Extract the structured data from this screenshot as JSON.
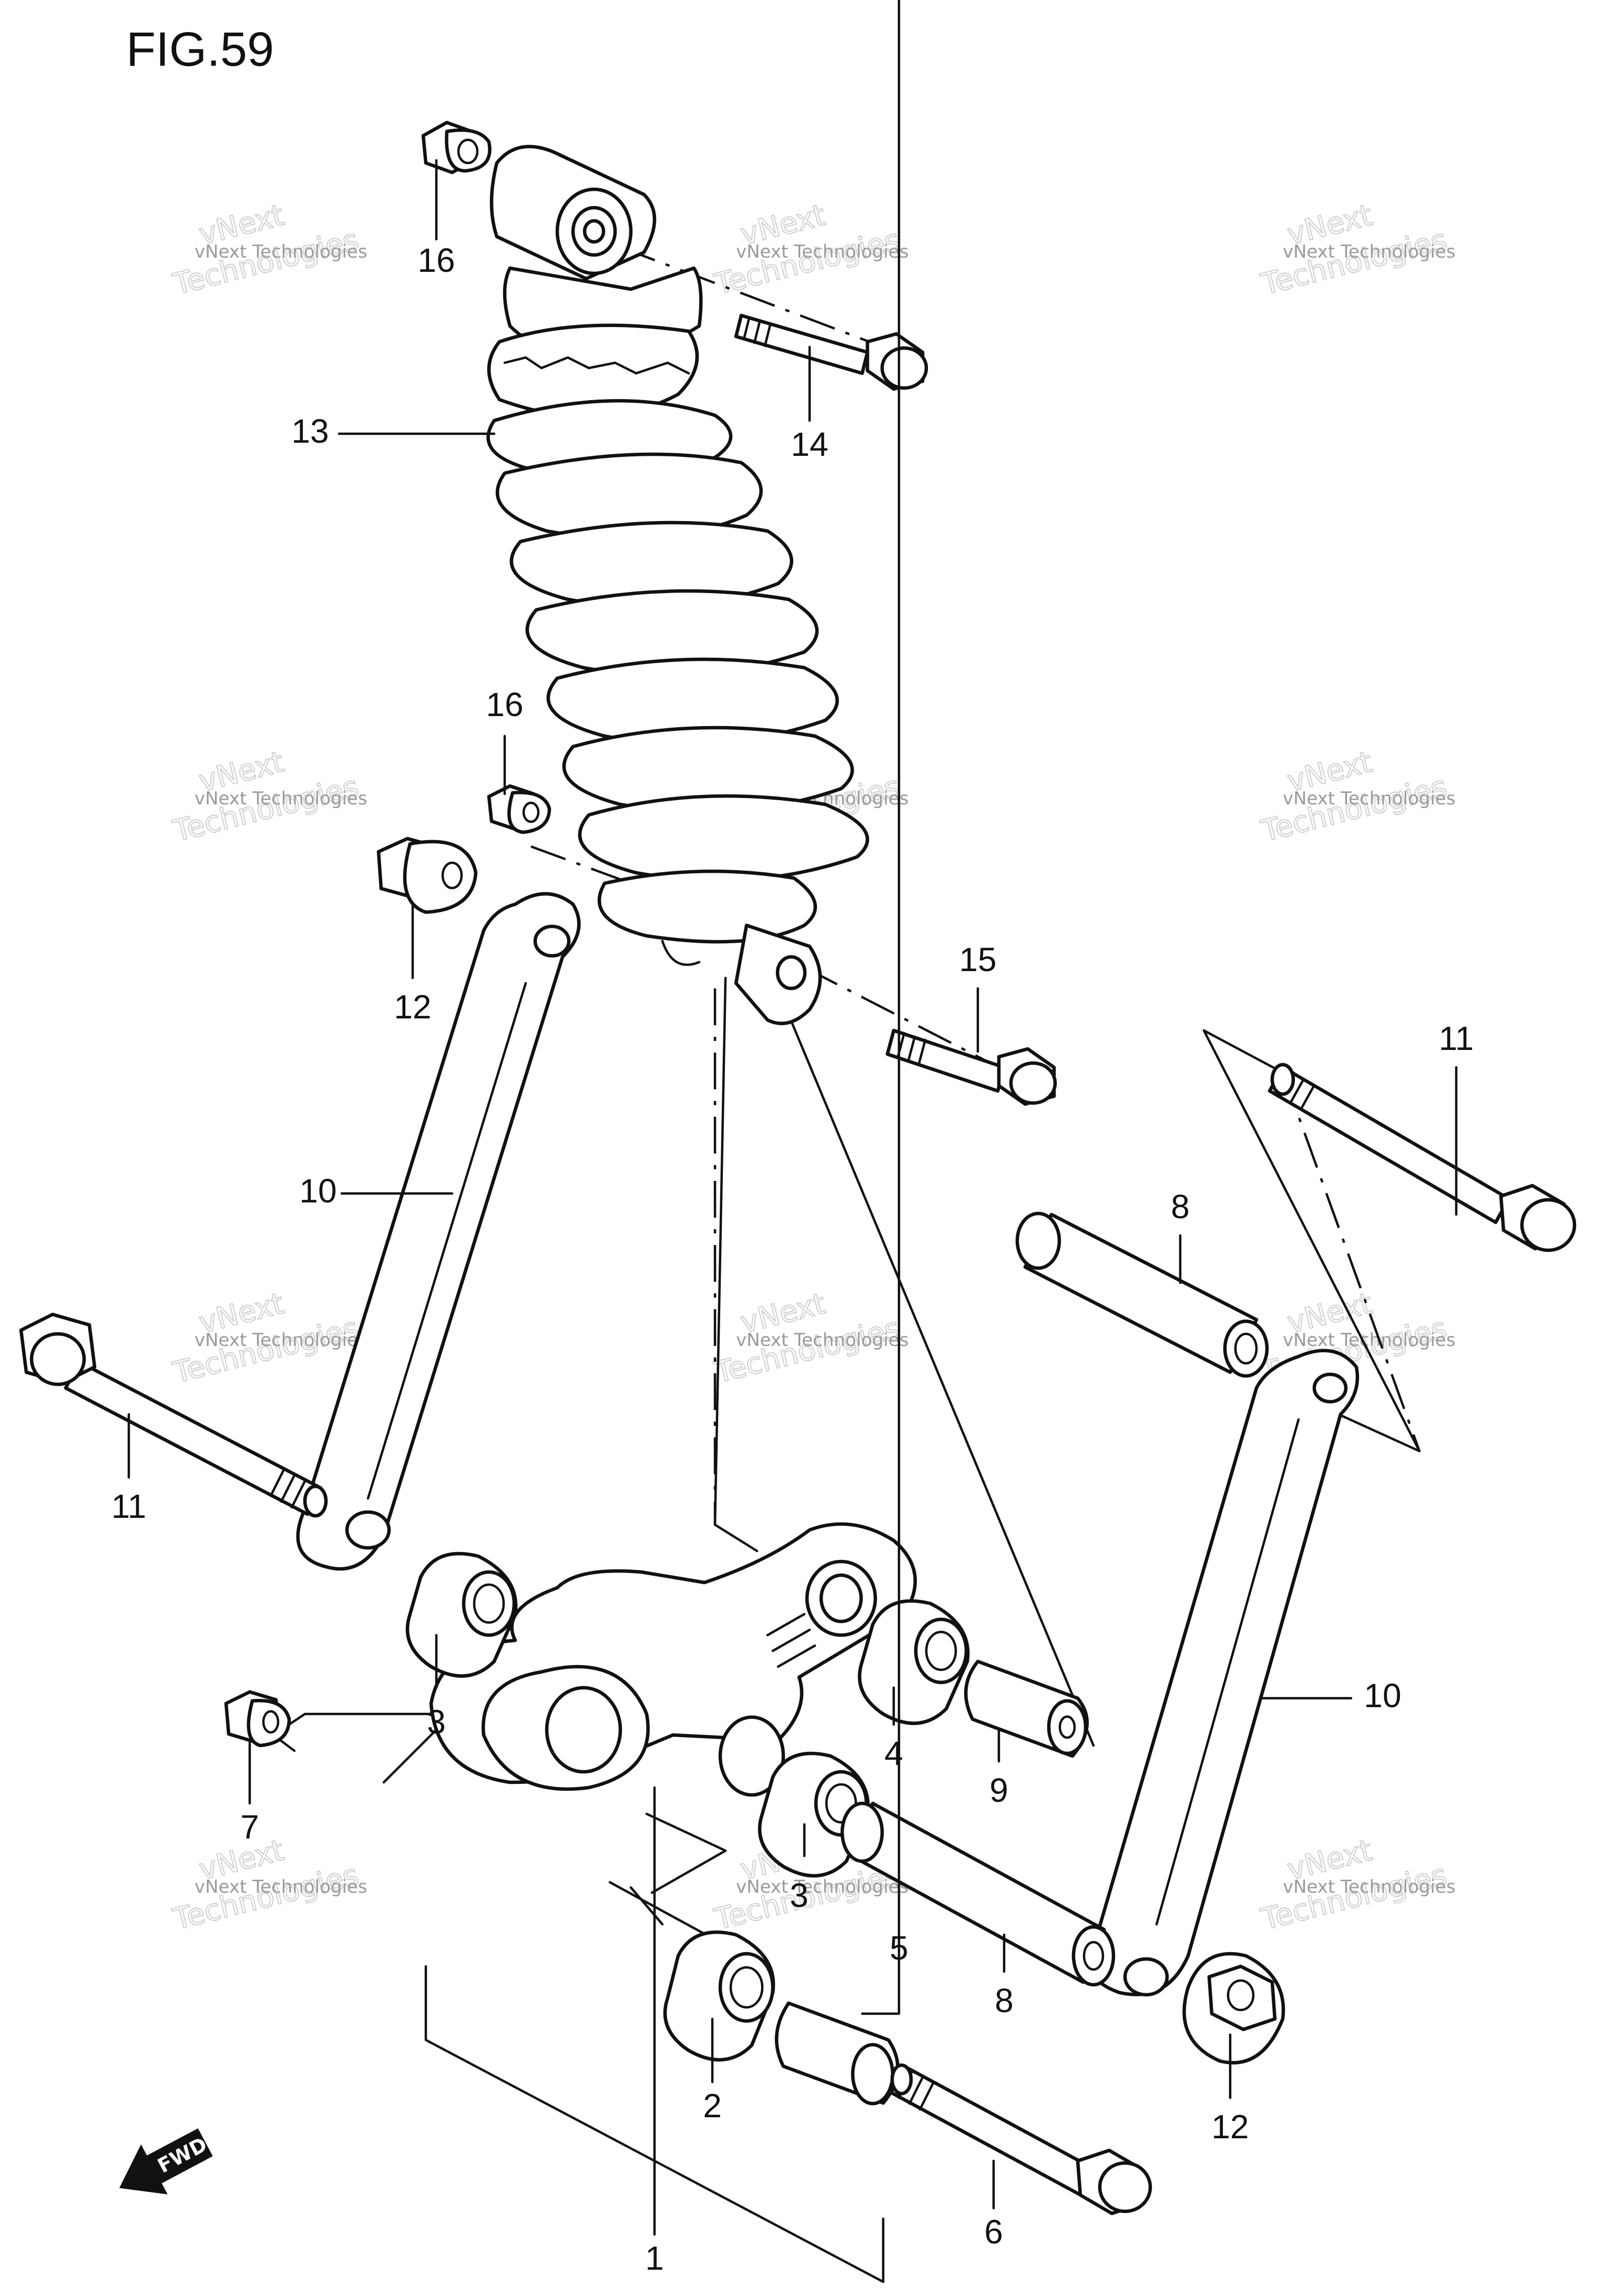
{
  "figure": {
    "title": "FIG.59"
  },
  "watermark": {
    "line1": "vNext Technologies",
    "line2": "Technologies",
    "line3": "vNext"
  },
  "fwd_label": "FWD",
  "callouts": {
    "c1": "1",
    "c2": "2",
    "c3a": "3",
    "c3b": "3",
    "c4": "4",
    "c5": "5",
    "c6": "6",
    "c7": "7",
    "c8a": "8",
    "c8b": "8",
    "c9": "9",
    "c10a": "10",
    "c10b": "10",
    "c11a": "11",
    "c11b": "11",
    "c12a": "12",
    "c12b": "12",
    "c13": "13",
    "c14": "14",
    "c15": "15",
    "c16a": "16",
    "c16b": "16"
  }
}
